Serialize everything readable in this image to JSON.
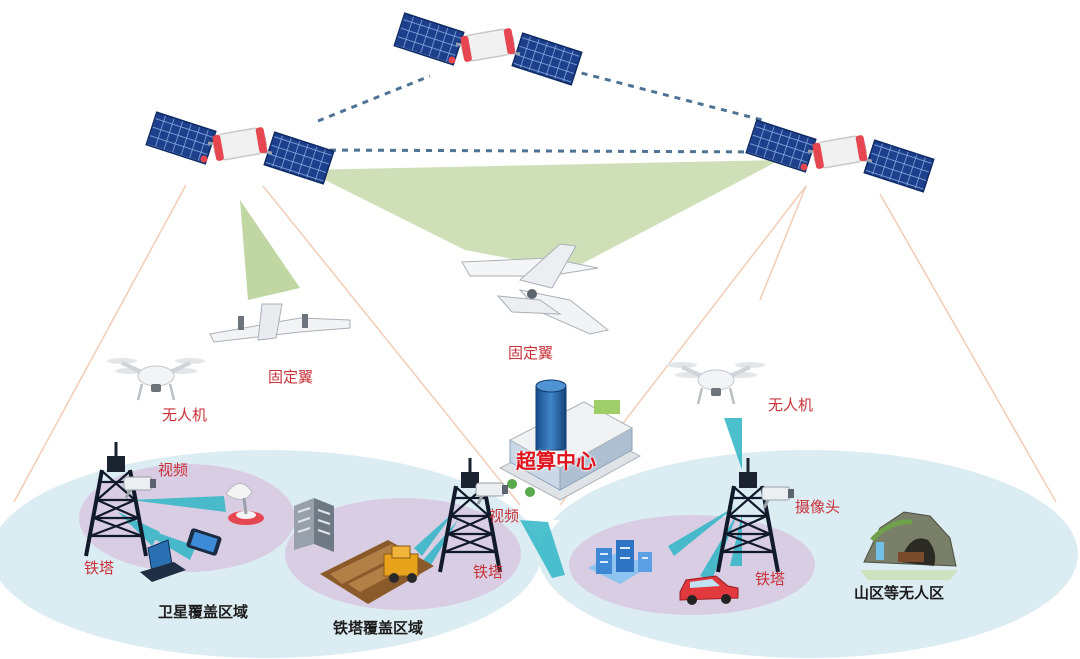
{
  "labels": {
    "fixed_wing_left": "固定翼",
    "fixed_wing_center": "固定翼",
    "drone_left": "无人机",
    "drone_right": "无人机",
    "video_left": "视频",
    "video_center": "视频",
    "tower_left": "铁塔",
    "tower_center": "铁塔",
    "tower_right": "铁塔",
    "camera": "摄像头",
    "supercomputing_center": "超算中心",
    "satellite_coverage": "卫星覆盖区域",
    "tower_coverage": "铁塔覆盖区域",
    "mountain_area": "山区等无人区"
  },
  "colors": {
    "coverage_ellipse": "#dcecf3",
    "inner_zone": "#d9cde3",
    "beam_green": "#c7dbac",
    "signal_cyan": "#2fb6c6",
    "label_red": "#c8323a",
    "center_red": "#e0121b",
    "link_dashed": "#4f7394",
    "solar_panel": "#1d3f8c"
  },
  "icons": [
    "satellite-icon",
    "fixed-wing-drone-icon",
    "quadcopter-icon",
    "tower-icon",
    "camera-icon",
    "satellite-dish-icon",
    "laptop-icon",
    "phone-icon",
    "building-icon",
    "harvester-icon",
    "car-icon",
    "mountain-icon"
  ]
}
